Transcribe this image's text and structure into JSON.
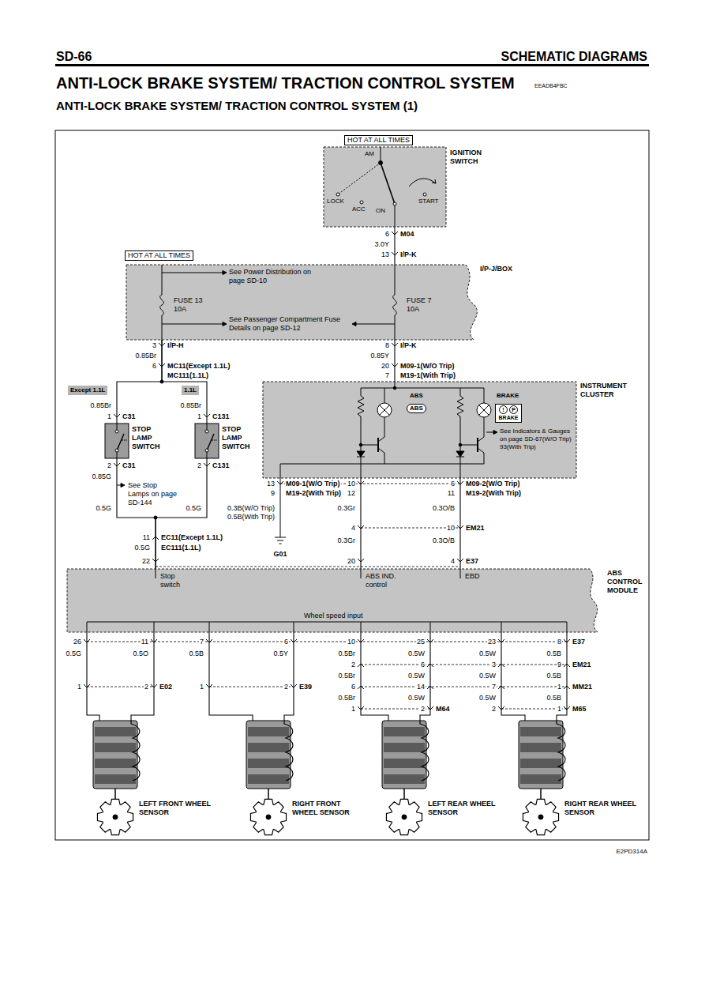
{
  "diagram": {
    "title": "ANTI-LOCK BRAKE SYSTEM/ TRACTION CONTROL SYSTEM",
    "nodes": [
      {
        "text": [
          "HOT AT ALL TIMES"
        ]
      },
      {
        "text": [
          "IGNITION SWITCH",
          "AM",
          "LOCK",
          "ACC",
          "ON",
          "START"
        ]
      },
      {
        "text": [
          "HOT AT ALL TIMES"
        ]
      },
      {
        "text": [
          "I/P-J/BOX",
          "See Power Distribution on page SD-10",
          "FUSE 13 10A",
          "FUSE 7 10A",
          "See Passenger Compartment Fuse Details on page SD-12"
        ]
      },
      {
        "text": [
          "Except 1.1L"
        ]
      },
      {
        "text": [
          "1.1L"
        ]
      },
      {
        "text": [
          "STOP LAMP SWITCH"
        ]
      },
      {
        "text": [
          "STOP LAMP SWITCH"
        ]
      },
      {
        "text": [
          "INSTRUMENT CLUSTER",
          "ABS",
          "BRAKE",
          "See Indicators & Gauges on page SD-67(W/O Trip) 93(With Trip)"
        ]
      },
      {
        "text": [
          "ABS"
        ],
        "in": 8
      },
      {
        "text": [
          "!",
          "P",
          "BRAKE"
        ],
        "in": 8
      },
      {
        "text": [
          "ABS CONTROL MODULE",
          "Stop switch",
          "ABS IND. control",
          "EBD",
          "Wheel speed input"
        ]
      },
      {
        "text": [
          "LEFT FRONT WHEEL SENSOR"
        ]
      },
      {
        "text": [
          "RIGHT FRONT WHEEL SENSOR"
        ]
      },
      {
        "text": [
          "LEFT REAR WHEEL SENSOR"
        ]
      },
      {
        "text": [
          "RIGHT REAR WHEEL SENSOR"
        ]
      }
    ],
    "edges": [
      {
        "from": 1,
        "to": 3,
        "arrow": "none"
      },
      {
        "from": 3,
        "to": 6,
        "arrow": "none"
      },
      {
        "from": 3,
        "to": 7,
        "arrow": "none"
      },
      {
        "from": 3,
        "to": 8,
        "arrow": "none"
      },
      {
        "from": 6,
        "to": 11,
        "arrow": "none"
      },
      {
        "from": 7,
        "to": 11,
        "arrow": "none"
      },
      {
        "from": 8,
        "to": 11,
        "arrow": "none"
      },
      {
        "from": 8,
        "to": 11,
        "arrow": "none"
      },
      {
        "from": 11,
        "to": 12,
        "arrow": "none"
      },
      {
        "from": 11,
        "to": 12,
        "arrow": "none"
      },
      {
        "from": 11,
        "to": 13,
        "arrow": "none"
      },
      {
        "from": 11,
        "to": 13,
        "arrow": "none"
      },
      {
        "from": 11,
        "to": 14,
        "arrow": "none"
      },
      {
        "from": 11,
        "to": 14,
        "arrow": "none"
      },
      {
        "from": 11,
        "to": 15,
        "arrow": "none"
      },
      {
        "from": 11,
        "to": 15,
        "arrow": "none"
      }
    ],
    "labels": [
      "SD-66",
      "SCHEMATIC DIAGRAMS",
      "EEADB4FBC",
      "ANTI-LOCK BRAKE SYSTEM/ TRACTION CONTROL SYSTEM (1)",
      "6",
      "M04",
      "3.0Y",
      "13",
      "I/P-K",
      "3",
      "I/P-H",
      "0.85Br",
      "6",
      "MC11(Except 1.1L)",
      "MC111(1.1L)",
      "8",
      "I/P-K",
      "0.85Y",
      "20",
      "M09-1(W/O Trip)",
      "7",
      "M19-1(With Trip)",
      "0.85Br",
      "0.85Br",
      "1",
      "C31",
      "1",
      "C131",
      "2",
      "C31",
      "2",
      "C131",
      "0.85G",
      "See Stop Lamps on page SD-144",
      "0.5G",
      "0.5G",
      "0.3B(W/O Trip)",
      "0.5B(With Trip)",
      "11",
      "EC11(Except 1.1L)",
      "0.5G",
      "EC111(1.1L)",
      "22",
      "13",
      "M09-1(W/O Trip)",
      "9",
      "M19-2(With Trip)",
      "10",
      "12",
      "6",
      "M09-2(W/O Trip)",
      "11",
      "M19-2(With Trip)",
      "0.3Gr",
      "0.3O/B",
      "G01",
      "4",
      "10",
      "EM21",
      "0.3Gr",
      "0.3O/B",
      "20",
      "4",
      "E37",
      "26",
      "11",
      "7",
      "6",
      "10",
      "25",
      "23",
      "8",
      "E37",
      "0.5G",
      "0.5O",
      "0.5B",
      "0.5Y",
      "0.5Br",
      "0.5W",
      "0.5W",
      "0.5B",
      "2",
      "6",
      "3",
      "9",
      "EM21",
      "0.5Br",
      "0.5W",
      "0.5W",
      "0.5B",
      "1",
      "2",
      "E02",
      "1",
      "2",
      "E39",
      "6",
      "14",
      "7",
      "1",
      "MM21",
      "0.5Br",
      "0.5W",
      "0.5W",
      "0.5B",
      "1",
      "2",
      "M64",
      "2",
      "1",
      "M65",
      "E2PD314A"
    ]
  }
}
